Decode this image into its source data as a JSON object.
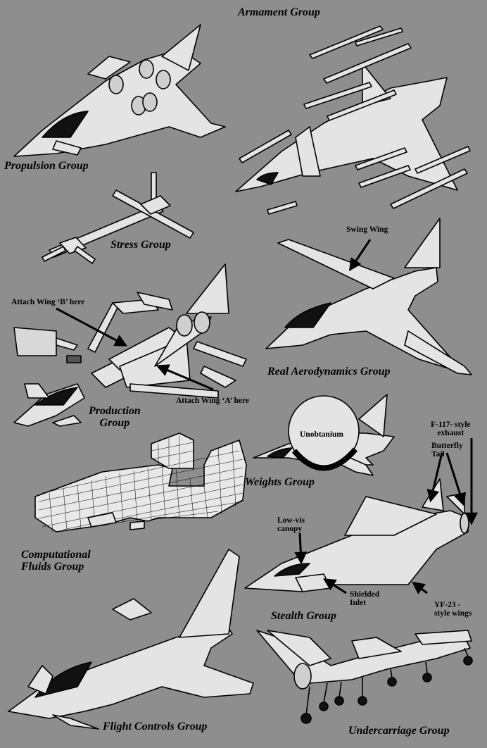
{
  "groups": {
    "armament": "Armament Group",
    "propulsion": "Propulsion Group",
    "stress": "Stress Group",
    "production_l1": "Production",
    "production_l2": "Group",
    "real_aero": "Real Aerodynamics Group",
    "weights": "Weights Group",
    "cfd_l1": "Computational",
    "cfd_l2": "Fluids Group",
    "stealth": "Stealth Group",
    "flight_controls": "Flight Controls Group",
    "undercarriage": "Undercarriage Group"
  },
  "annotations": {
    "swing_wing": "Swing Wing",
    "attach_b": "Attach Wing ‘B’ here",
    "attach_a": "Attach Wing ‘A’ here",
    "unobtanium": "Unobtanium",
    "f117_l1": "F-117- style",
    "f117_l2": "exhaust",
    "butterfly_l1": "Butterfly",
    "butterfly_l2": "Tail",
    "lowvis_l1": "Low-vis",
    "lowvis_l2": "canopy",
    "inlet_l1": "Shielded",
    "inlet_l2": "Inlet",
    "yf23_l1": "YF-23 -",
    "yf23_l2": "style wings"
  }
}
